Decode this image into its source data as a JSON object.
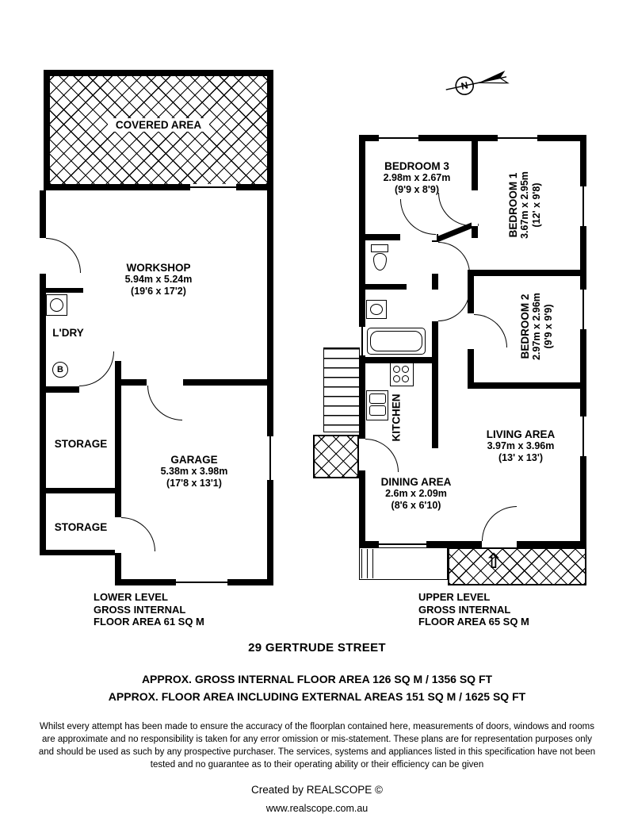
{
  "lower": {
    "covered_area": "COVERED AREA",
    "workshop_name": "WORKSHOP",
    "workshop_dim_m": "5.94m x 5.24m",
    "workshop_dim_ft": "(19'6 x 17'2)",
    "laundry": "L'DRY",
    "hot_water": "B",
    "storage_1": "STORAGE",
    "storage_2": "STORAGE",
    "garage_name": "GARAGE",
    "garage_dim_m": "5.38m x 3.98m",
    "garage_dim_ft": "(17'8 x 13'1)",
    "level_line1": "LOWER LEVEL",
    "level_line2": "GROSS INTERNAL",
    "level_line3": "FLOOR AREA 61 SQ M"
  },
  "upper": {
    "bedroom3_name": "BEDROOM 3",
    "bedroom3_dim_m": "2.98m x 2.67m",
    "bedroom3_dim_ft": "(9'9 x 8'9)",
    "bedroom1_name": "BEDROOM 1",
    "bedroom1_dim_m": "3.67m x 2.95m",
    "bedroom1_dim_ft": "(12' x 9'8)",
    "bedroom2_name": "BEDROOM 2",
    "bedroom2_dim_m": "2.97m x 2.96m",
    "bedroom2_dim_ft": "(9'9 x 9'9)",
    "kitchen": "KITCHEN",
    "living_name": "LIVING AREA",
    "living_dim_m": "3.97m x 3.96m",
    "living_dim_ft": "(13' x 13')",
    "dining_name": "DINING AREA",
    "dining_dim_m": "2.6m x 2.09m",
    "dining_dim_ft": "(8'6 x 6'10)",
    "compass_n": "N",
    "level_line1": "UPPER LEVEL",
    "level_line2": "GROSS INTERNAL",
    "level_line3": "FLOOR AREA 65 SQ M"
  },
  "icons": {
    "entry_arrow": "⇧"
  },
  "footer": {
    "address": "29 GERTRUDE STREET",
    "area_internal": "APPROX. GROSS INTERNAL FLOOR AREA 126 SQ M / 1356 SQ FT",
    "area_external": "APPROX. FLOOR AREA INCLUDING EXTERNAL AREAS 151 SQ M / 1625 SQ FT",
    "disclaimer": "Whilst every attempt has been made to ensure the accuracy of the floorplan contained here, measurements of doors, windows and rooms are approximate and no responsibility is taken for any error omission or mis-statement. These plans are for representation purposes only and should be used as such by any prospective purchaser. The services, systems and appliances listed in this specification have not been tested and no guarantee as to their operating ability or their efficiency can be given",
    "created_by": "Created by REALSCOPE ©",
    "website": "www.realscope.com.au"
  },
  "colors": {
    "wall": "#000000",
    "background": "#ffffff"
  }
}
